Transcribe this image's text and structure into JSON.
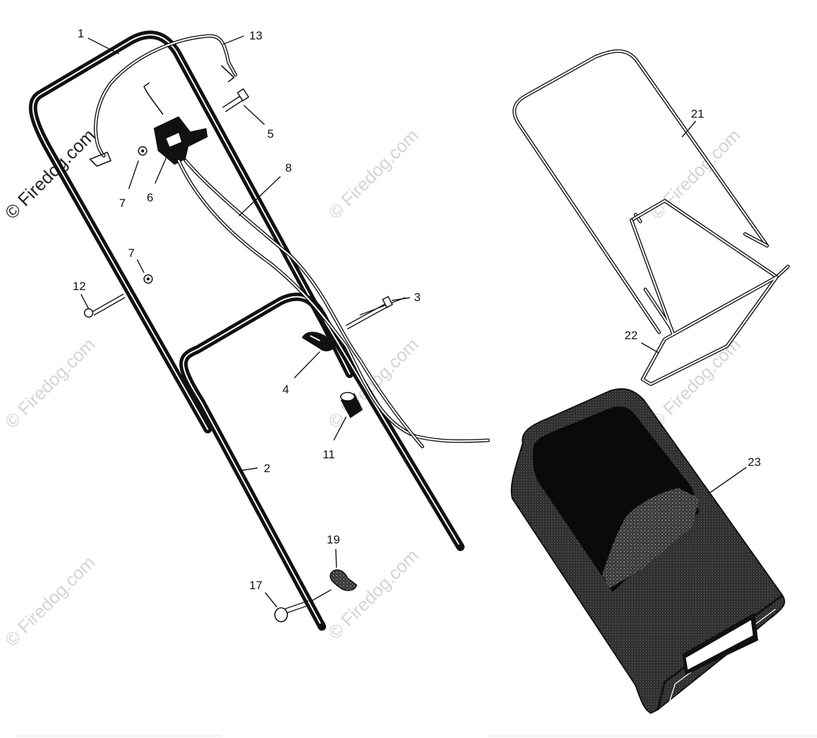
{
  "watermark": {
    "text": "© Firedog.com"
  },
  "callouts": [
    {
      "id": "1",
      "label": "1"
    },
    {
      "id": "13",
      "label": "13"
    },
    {
      "id": "5",
      "label": "5"
    },
    {
      "id": "7a",
      "label": "7"
    },
    {
      "id": "6",
      "label": "6"
    },
    {
      "id": "8",
      "label": "8"
    },
    {
      "id": "7b",
      "label": "7"
    },
    {
      "id": "12",
      "label": "12"
    },
    {
      "id": "3",
      "label": "3"
    },
    {
      "id": "4",
      "label": "4"
    },
    {
      "id": "11",
      "label": "11"
    },
    {
      "id": "2",
      "label": "2"
    },
    {
      "id": "19",
      "label": "19"
    },
    {
      "id": "17",
      "label": "17"
    },
    {
      "id": "21",
      "label": "21"
    },
    {
      "id": "22",
      "label": "22"
    },
    {
      "id": "23",
      "label": "23"
    }
  ]
}
